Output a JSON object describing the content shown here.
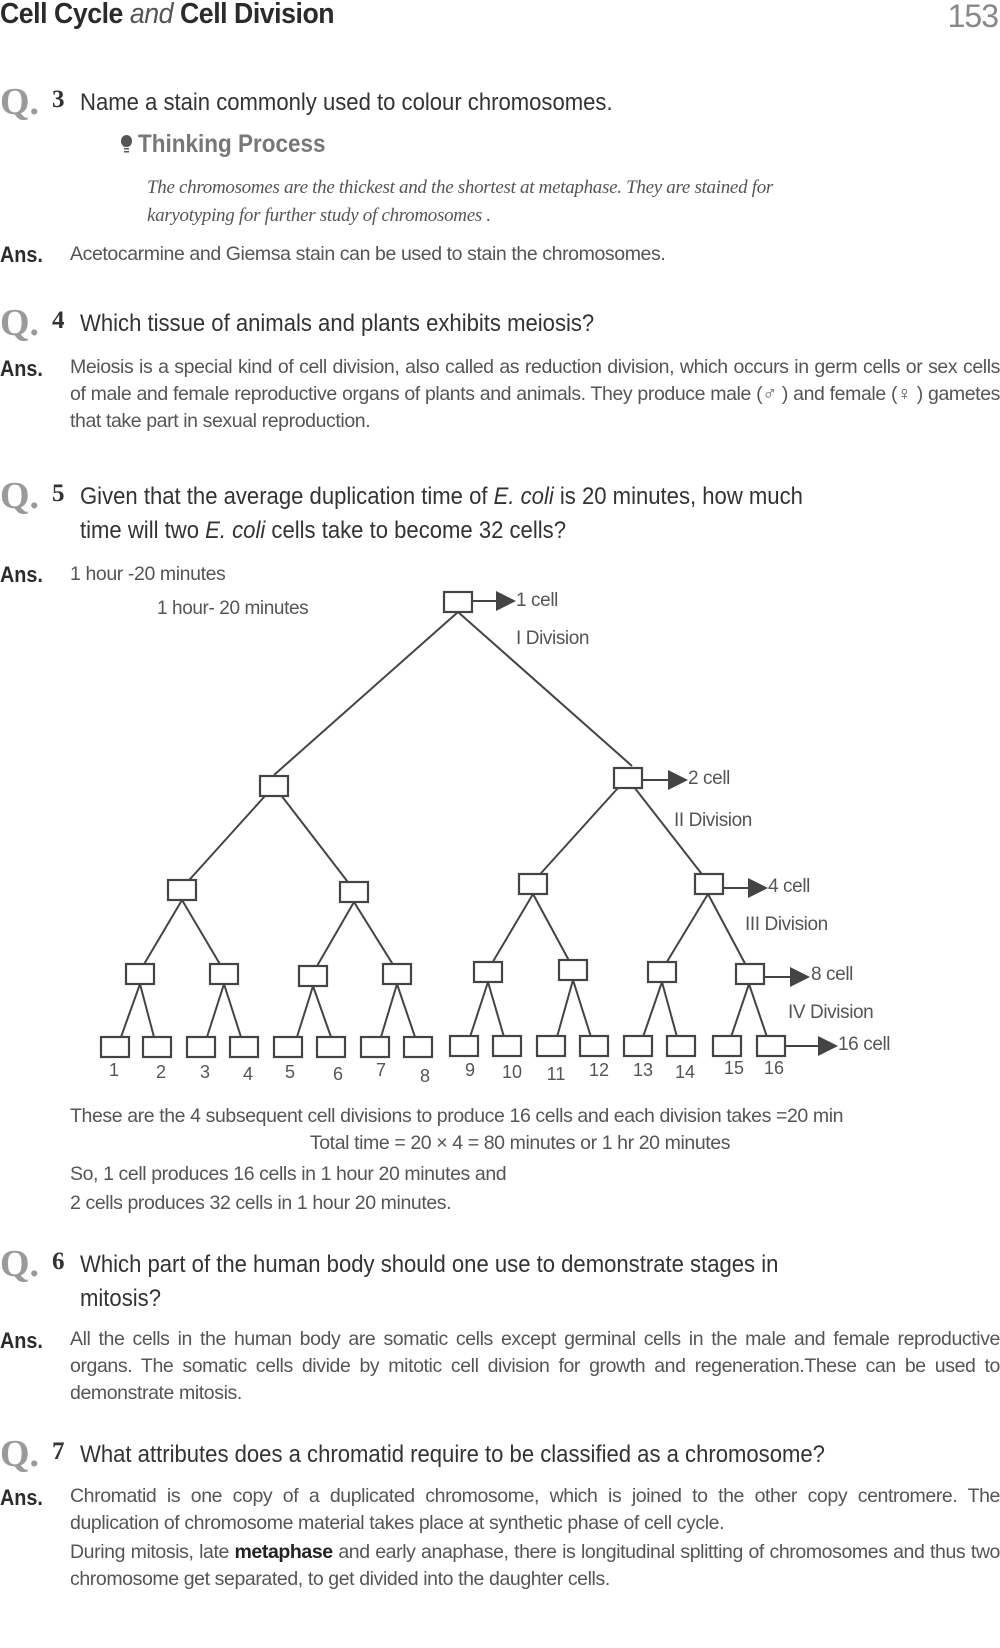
{
  "header": {
    "chapter_part1": "Cell Cycle",
    "chapter_and": "and",
    "chapter_part2": "Cell Division",
    "page_number": "153"
  },
  "q_mark": "Q.",
  "ans_label": "Ans.",
  "q3": {
    "number": "3",
    "question": "Name a stain commonly used to colour chromosomes.",
    "thinking_title": "Thinking Process",
    "thinking_line1": "The chromosomes are the  thickest and the shortest at metaphase. They are stained  for",
    "thinking_line2": "karyotyping  for further study of chromosomes .",
    "answer": "Acetocarmine and Giemsa stain can be used to stain the chromosomes."
  },
  "q4": {
    "number": "4",
    "question": "Which tissue of animals and plants exhibits meiosis?",
    "answer": "Meiosis is a special kind of cell division, also called as reduction division, which occurs in germ cells or sex cells of male and female reproductive organs of plants and animals. They produce male (♂ ) and female (♀ ) gametes that take part in sexual reproduction."
  },
  "q5": {
    "number": "5",
    "question_a": "Given that the average duplication time of ",
    "question_ecoli": "E. coli",
    "question_b": " is 20 minutes, how much",
    "question_c": "time will two ",
    "question_d": " cells take to become 32 cells?",
    "answer": "1 hour -20 minutes",
    "diagram": {
      "time_label": "1 hour- 20 minutes",
      "level_labels": [
        "1 cell",
        "2 cell",
        "4 cell",
        "8 cell",
        "16 cell"
      ],
      "division_labels": [
        "I Division",
        "II Division",
        "III Division",
        "IV Division"
      ],
      "leaf_numbers": [
        "1",
        "2",
        "3",
        "4",
        "5",
        "6",
        "7",
        "8",
        "9",
        "10",
        "11",
        "12",
        "13",
        "14",
        "15",
        "16"
      ]
    },
    "calc_line1": "These are the 4 subsequent cell divisions to produce 16 cells and each division takes =20 min",
    "calc_line2": "Total time = 20 × 4 = 80 minutes  or 1 hr 20 minutes",
    "calc_line3": "So, 1 cell produces 16 cells in 1 hour 20 minutes and",
    "calc_line4": "2 cells produces 32 cells in 1 hour 20 minutes."
  },
  "q6": {
    "number": "6",
    "question_line1": "Which part of the human body should one use to demonstrate stages in",
    "question_line2": "mitosis?",
    "answer": "All the cells in the human body are somatic cells except germinal cells in the male and female reproductive organs. The somatic cells divide by mitotic  cell division for growth and regeneration.These can be used to demonstrate mitosis."
  },
  "q7": {
    "number": "7",
    "question": "What attributes does a chromatid require to be classified as a chromosome?",
    "answer_p1": "Chromatid is one copy of a duplicated chromosome, which is joined to the other copy centromere. The duplication of chromosome material takes place at synthetic phase of cell cycle.",
    "answer_p2_a": "During mitosis, late ",
    "answer_p2_bold": "metaphase",
    "answer_p2_b": " and early anaphase, there is longitudinal splitting of chromosomes and thus two chromosome get separated, to get divided into the daughter cells."
  }
}
